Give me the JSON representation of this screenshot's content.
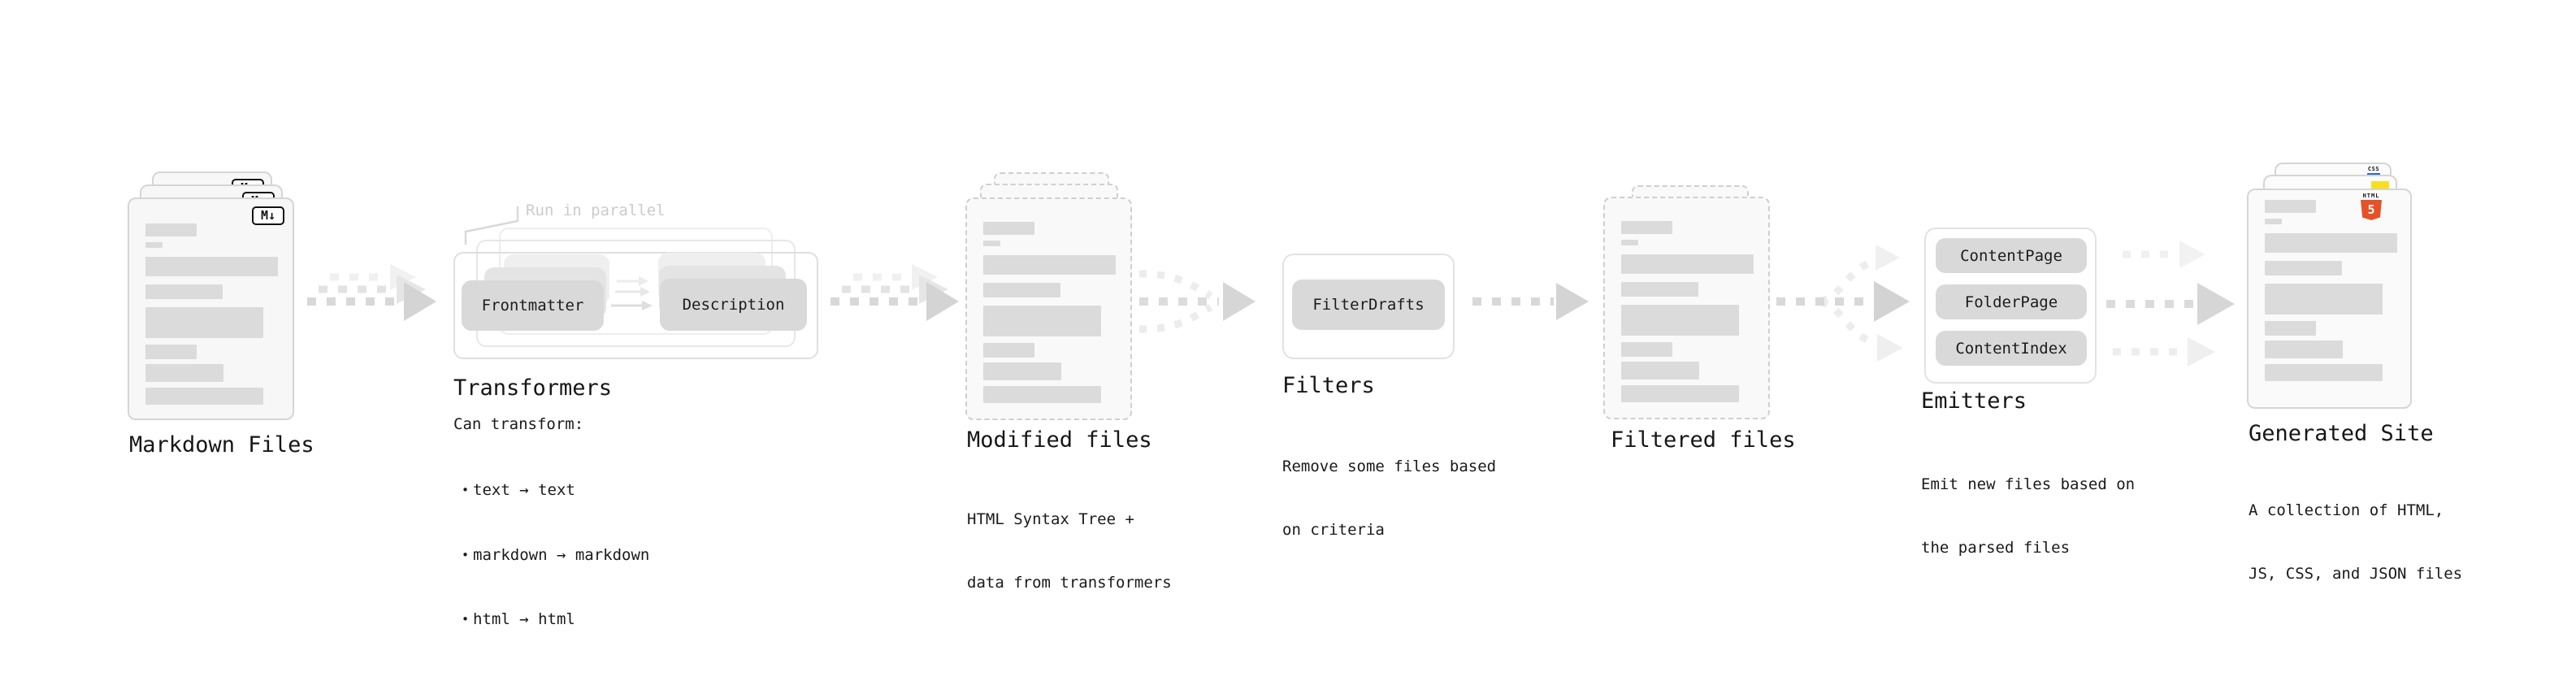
{
  "markdown_files": {
    "label": "Markdown Files",
    "badge": "M↓"
  },
  "transformers": {
    "parallel_note": "Run in parallel",
    "frontmatter_label": "Frontmatter",
    "description_label": "Description",
    "heading": "Transformers",
    "desc_intro": "Can transform:",
    "bullets": [
      "text → text",
      "markdown → markdown",
      "html → html"
    ]
  },
  "modified_files": {
    "label": "Modified files",
    "desc_line1": "HTML Syntax Tree +",
    "desc_line2": "data from transformers"
  },
  "filters": {
    "button": "FilterDrafts",
    "heading": "Filters",
    "desc_line1": "Remove some files based",
    "desc_line2": "on criteria"
  },
  "filtered_files": {
    "label": "Filtered files"
  },
  "emitters": {
    "buttons": [
      "ContentPage",
      "FolderPage",
      "ContentIndex"
    ],
    "heading": "Emitters",
    "desc_line1": "Emit new files based on",
    "desc_line2": "the parsed files"
  },
  "generated_site": {
    "label": "Generated Site",
    "desc_line1": "A collection of HTML,",
    "desc_line2": "JS, CSS, and JSON files",
    "html_badge_word": "HTML",
    "html_badge_number": "5",
    "css_badge_word": "CSS"
  },
  "colors": {
    "arrow_dark": "#d8d8d8",
    "arrow_light": "#ececec",
    "card_fill": "#f7f7f7",
    "card_border": "#d5d5d5",
    "chip_fill": "#d9d9d9",
    "note_text": "#cbcbcb",
    "html5_orange": "#e65127",
    "js_yellow": "#f7df1e",
    "css_blue": "#2e63e8"
  }
}
